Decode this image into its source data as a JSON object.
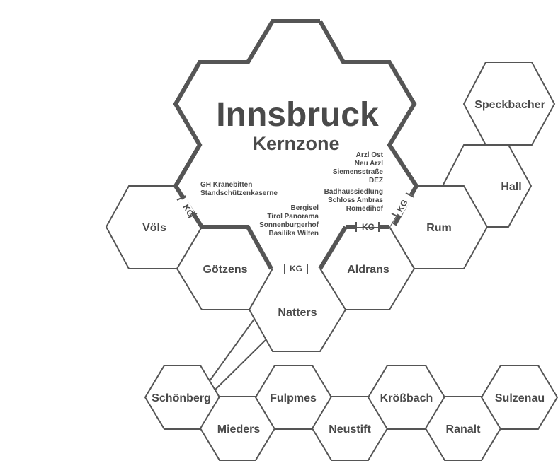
{
  "core": {
    "title": "Innsbruck",
    "subtitle": "Kernzone"
  },
  "zones": {
    "voels": "Völs",
    "goetzens": "Götzens",
    "natters": "Natters",
    "aldrans": "Aldrans",
    "rum": "Rum",
    "hall": "Hall",
    "speckbacher": "Speckbacher",
    "schoenberg": "Schönberg",
    "mieders": "Mieders",
    "fulpmes": "Fulpmes",
    "neustift": "Neustift",
    "kroessbach": "Krößbach",
    "ranalt": "Ranalt",
    "sulzenau": "Sulzenau"
  },
  "stops": {
    "west": [
      "GH Kranebitten",
      "Standschützenkaserne"
    ],
    "south": [
      "Bergisel",
      "Tirol Panorama",
      "Sonnenburgerhof",
      "Basilika Wilten"
    ],
    "east": [
      "Arzl Ost",
      "Neu Arzl",
      "Siemensstraße",
      "DEZ",
      "Badhaussiedlung",
      "Schloss Ambras",
      "Romedihof"
    ]
  },
  "boundary_label": "KG"
}
